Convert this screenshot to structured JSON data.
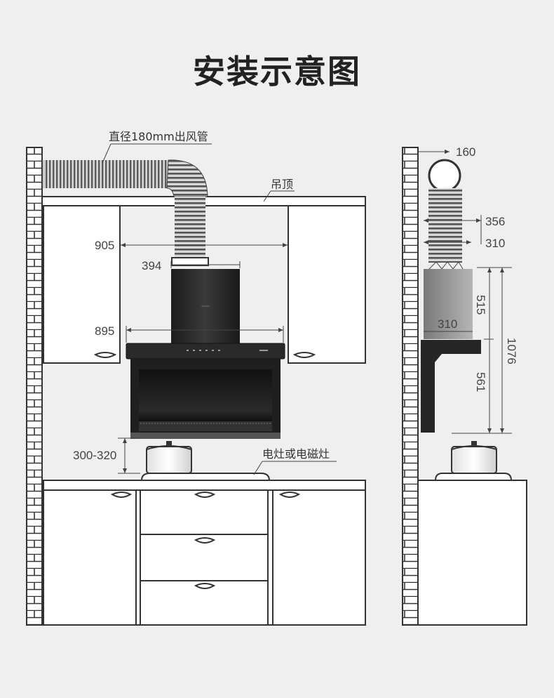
{
  "title": "安装示意图",
  "labels": {
    "duct": "直径180mm出风管",
    "ceiling": "吊顶",
    "stove": "电灶或电磁灶"
  },
  "dimensions": {
    "cabinet_gap": "905",
    "duct_outlet_width": "394",
    "hood_width": "895",
    "install_height": "300-320",
    "duct_diameter_side": "160",
    "duct_outer_depth": "356",
    "duct_inner_depth": "310",
    "hood_depth": "310",
    "chimney_height": "515",
    "panel_height": "561",
    "total_height": "1076"
  },
  "colors": {
    "background": "#efefef",
    "outline": "#333333",
    "hood_dark": "#2b2b2b"
  }
}
